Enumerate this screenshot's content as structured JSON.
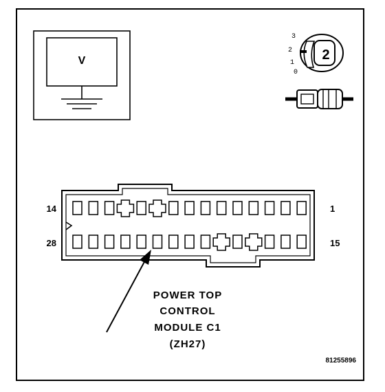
{
  "voltmeter": {
    "symbol": "V"
  },
  "ignition": {
    "positions": [
      "3",
      "2",
      "1",
      "0"
    ],
    "selected": "2"
  },
  "connector": {
    "pin_left_top": "14",
    "pin_right_top": "1",
    "pin_left_bottom": "28",
    "pin_right_bottom": "15"
  },
  "callout": {
    "line1": "POWER TOP",
    "line2": "CONTROL",
    "line3": "MODULE C1",
    "line4": "(ZH27)"
  },
  "figure_id": "81255896",
  "colors": {
    "ink": "#000000",
    "paper": "#ffffff"
  }
}
